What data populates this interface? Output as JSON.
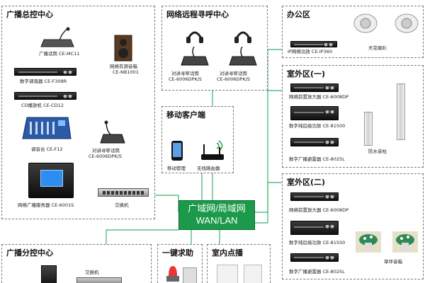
{
  "zones": {
    "broadcast_control": "广播总控中心",
    "remote_paging": "网络远程寻呼中心",
    "mobile_client": "移动客户端",
    "office": "办公区",
    "outdoor_1": "室外区(一)",
    "outdoor_2": "室外区(二)",
    "sub_control": "广播分控中心",
    "emergency": "一键求助",
    "indoor": "室内点播"
  },
  "network": {
    "line1": "广域网/局域网",
    "line2": "WAN/LAN"
  },
  "labels": {
    "mic": "广播话筒 CE-MC11",
    "tuner": "数字调谐器 CE-F308R",
    "cd": "CD播放机 CE-CD12",
    "mixer": "调音台 CE-F12",
    "server": "网络广播服务器 CE-6001S",
    "speaker_box": "网络有源音箱",
    "speaker_box_model": "CE-NB1001",
    "paging_main_1": "对讲寻呼话筒",
    "paging_main_2": "CE-6006DPK/S",
    "switch": "交换机",
    "remote1_1": "对讲寻呼话筒",
    "remote1_2": "CE-6006DPK/S",
    "remote2_1": "对讲寻呼话筒",
    "remote2_2": "CE-6006DPK/S",
    "phone": "移动管理",
    "router": "无线路由器",
    "ip_amp": "IP网络功放 CE-IP360",
    "ceiling": "天花喇叭",
    "o1_pre": "网络前置放大器 CE-6008DP",
    "o1_amp": "数字纯后级功放 CE-81500",
    "o1_alarm": "数字广播避雷器 CE-8025L",
    "column": "防水音柱",
    "o2_pre": "网络前置放大器 CE-6008DP",
    "o2_amp": "数字纯后级功放 CE-81500",
    "o2_alarm": "数字广播避雷器 CE-8025L",
    "lawn": "草坪音箱",
    "sub_switch": "交换机"
  },
  "colors": {
    "network": "#1a9a4a",
    "lines_red": "#e58b8b",
    "lines_green": "#3bb26a",
    "lines_blue": "#2a7fd4"
  }
}
